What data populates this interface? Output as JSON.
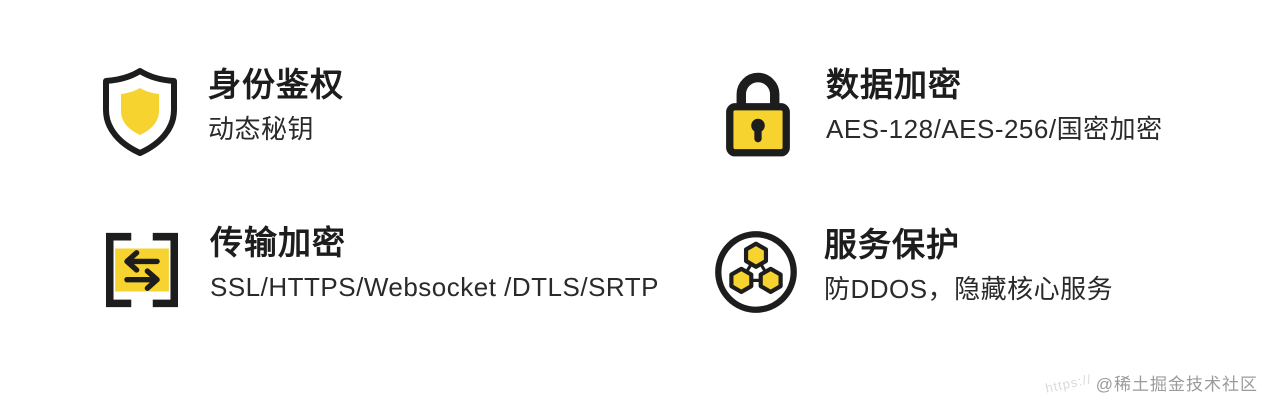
{
  "features": [
    {
      "title": "身份鉴权",
      "subtitle": "动态秘钥",
      "icon": "shield-icon"
    },
    {
      "title": "数据加密",
      "subtitle": "AES-128/AES-256/国密加密",
      "icon": "lock-icon"
    },
    {
      "title": "传输加密",
      "subtitle": "SSL/HTTPS/Websocket /DTLS/SRTP",
      "icon": "transfer-arrows-icon"
    },
    {
      "title": "服务保护",
      "subtitle": "防DDOS，隐藏核心服务",
      "icon": "hexagon-network-icon"
    }
  ],
  "watermark": {
    "label": "@稀土掘金技术社区",
    "faint_text": "https://"
  },
  "colors": {
    "accent_yellow": "#F6D32E",
    "icon_black": "#1d1d1d",
    "title_text": "#1d1d1d",
    "subtitle_text": "#2a2a2a",
    "watermark_gray": "#9b9b9b"
  }
}
